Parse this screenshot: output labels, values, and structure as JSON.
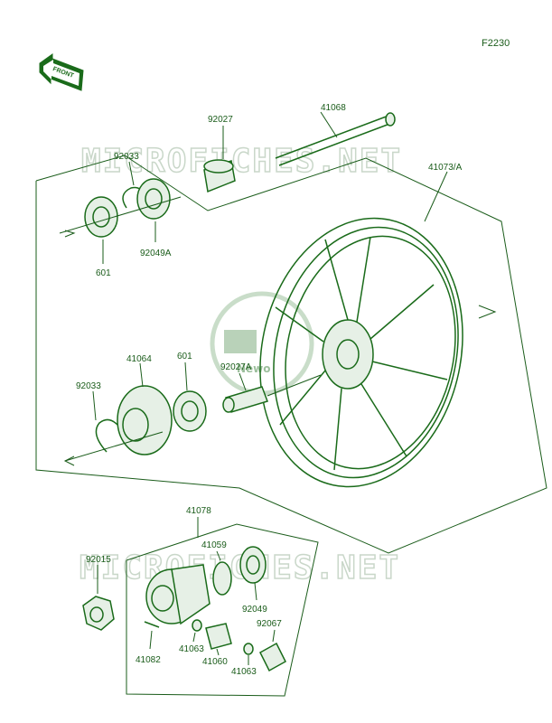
{
  "figure_code": "F2230",
  "front_arrow_label": "FRONT",
  "watermark": {
    "text": "MICROFICHES.NET",
    "badge": "Newo"
  },
  "parts": {
    "p41068": "41068",
    "p92027": "92027",
    "p92033_top": "92033",
    "p41073A": "41073/A",
    "p601_top": "601",
    "p92049A": "92049A",
    "p41064": "41064",
    "p601_mid": "601",
    "p92033_mid": "92033",
    "p92027A": "92027A",
    "p41078": "41078",
    "p41059": "41059",
    "p92015": "92015",
    "p92049": "92049",
    "p92067": "92067",
    "p41063_a": "41063",
    "p41060": "41060",
    "p41082": "41082",
    "p41063_b": "41063"
  },
  "colors": {
    "ink": "#1a5c1a",
    "part_fill": "#e6f0e6",
    "watermark": "#c9d7c9"
  }
}
